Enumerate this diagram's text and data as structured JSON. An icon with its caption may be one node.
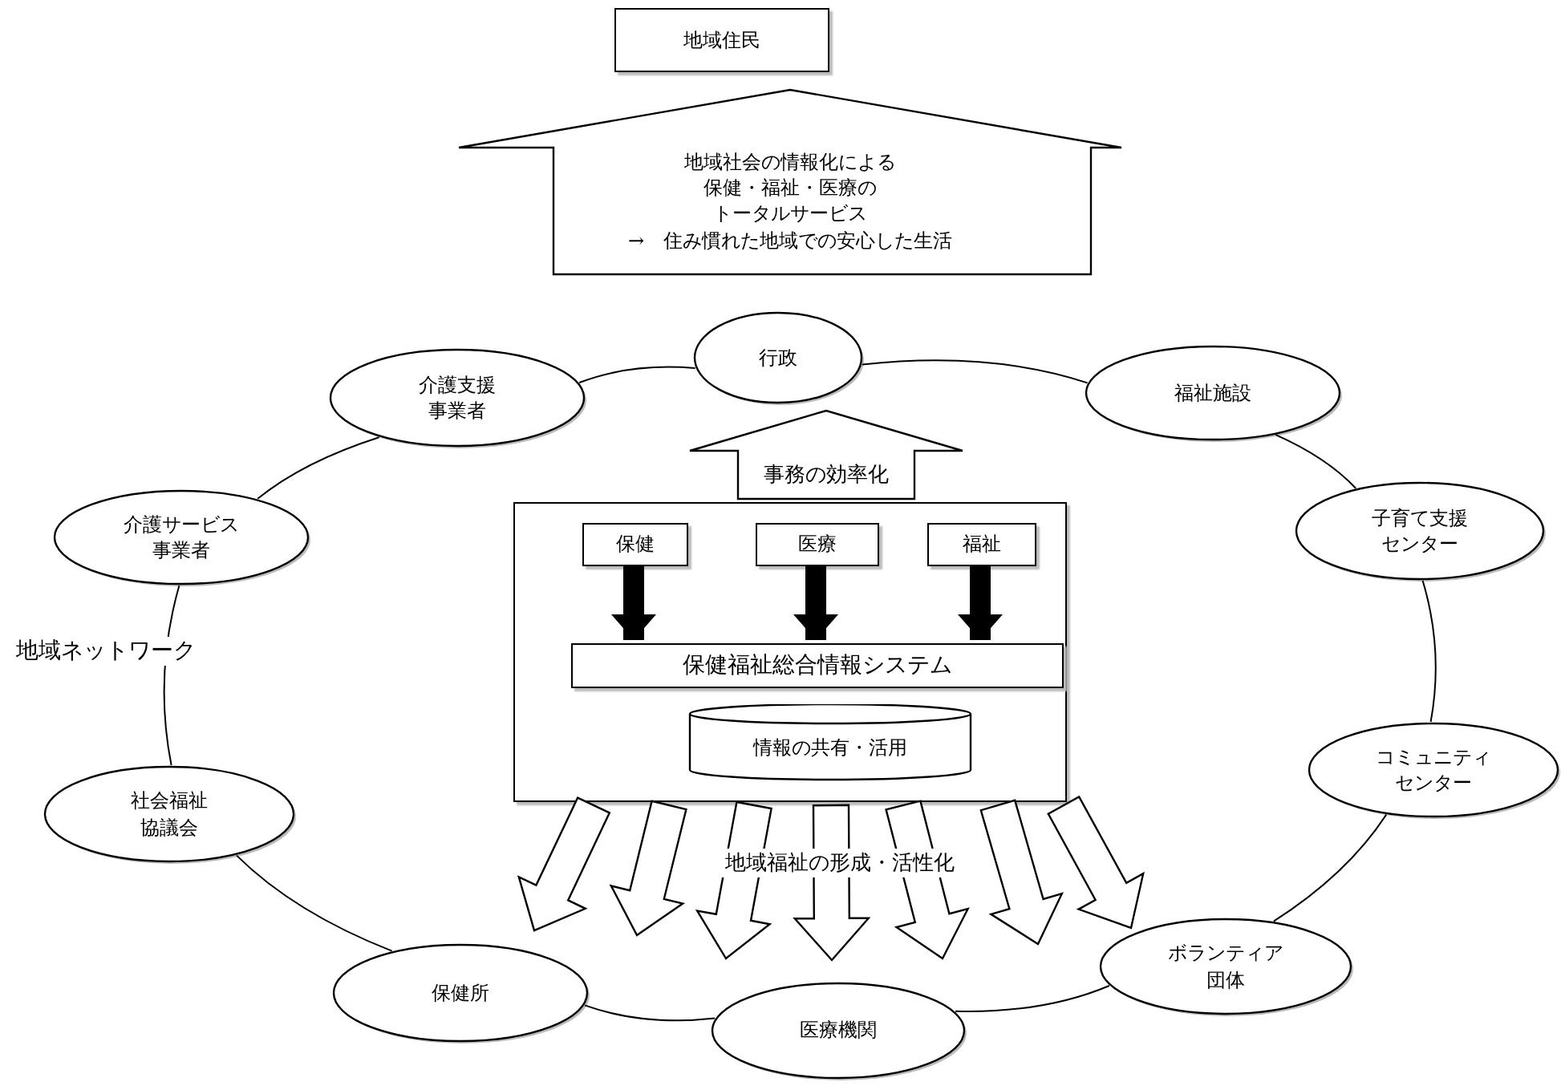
{
  "diagram": {
    "nodes": [
      {
        "text": [
          "地域住民"
        ]
      },
      {
        "text": [
          "地域社会の情報化による",
          "保健・福祉・医療の",
          "トータルサービス",
          "→　住み慣れた地域での安心した生活"
        ]
      },
      {
        "text": [
          "行政"
        ]
      },
      {
        "text": [
          "介護支援事業者"
        ]
      },
      {
        "text": [
          "福祉施設"
        ]
      },
      {
        "text": [
          "介護サービス事業者"
        ]
      },
      {
        "text": [],
        "shape": "box"
      },
      {
        "text": [
          "保健"
        ],
        "in": 6
      },
      {
        "text": [
          "医療"
        ],
        "in": 6
      },
      {
        "text": [
          "福祉"
        ],
        "in": 6
      },
      {
        "text": [
          "子育て支援センター"
        ]
      },
      {
        "text": [
          "保健福祉総合情報システム"
        ],
        "in": 6
      },
      {
        "text": [
          "情報の共有・活用"
        ],
        "in": 6
      },
      {
        "text": [
          "コミュニティセンター"
        ]
      },
      {
        "text": [
          "社会福祉協議会"
        ]
      },
      {
        "text": [
          "ボランティア団体"
        ]
      },
      {
        "text": [
          "保健所"
        ]
      },
      {
        "text": [
          "医療機関"
        ]
      }
    ],
    "edges": [
      {
        "from": 2,
        "to": 4,
        "arrow": "none"
      },
      {
        "from": 4,
        "to": 10,
        "arrow": "none"
      },
      {
        "from": 10,
        "to": 13,
        "arrow": "none"
      },
      {
        "from": 13,
        "to": 15,
        "arrow": "none"
      },
      {
        "from": 15,
        "to": 17,
        "arrow": "none"
      },
      {
        "from": 17,
        "to": 16,
        "arrow": "none"
      },
      {
        "from": 16,
        "to": 14,
        "arrow": "none"
      },
      {
        "from": 14,
        "to": 5,
        "arrow": "none"
      },
      {
        "from": 5,
        "to": 3,
        "arrow": "none"
      },
      {
        "from": 3,
        "to": 2,
        "arrow": "none"
      },
      {
        "from": 7,
        "to": 11,
        "arrow": "to",
        "style": "thick"
      },
      {
        "from": 8,
        "to": 11,
        "arrow": "to",
        "style": "thick"
      },
      {
        "from": 9,
        "to": 11,
        "arrow": "to",
        "style": "thick"
      },
      {
        "from": 6,
        "to": 16,
        "arrow": "to"
      },
      {
        "from": 6,
        "to": 16,
        "arrow": "to"
      },
      {
        "from": 6,
        "to": 17,
        "arrow": "to"
      },
      {
        "from": 6,
        "to": 17,
        "arrow": "to"
      },
      {
        "from": 6,
        "to": 17,
        "arrow": "to"
      },
      {
        "from": 6,
        "to": 15,
        "arrow": "to"
      },
      {
        "from": 6,
        "to": 15,
        "arrow": "to"
      },
      {
        "from": 6,
        "to": 2,
        "arrow": "to",
        "label": "事務の効率化"
      }
    ],
    "labels": [
      "地域ネットワーク",
      "地域福祉の形成・活性化"
    ]
  }
}
